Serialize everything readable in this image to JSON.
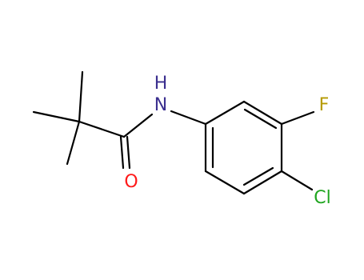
{
  "molecule": {
    "atoms": {
      "nitrogen_h": "H",
      "nitrogen": "N",
      "oxygen": "O",
      "fluorine": "F",
      "chlorine": "Cl"
    },
    "colors": {
      "bond": "#000000",
      "nitrogen": "#3b2f8f",
      "oxygen": "#ff1a1a",
      "fluorine": "#b59a00",
      "chlorine": "#1fa51f"
    }
  }
}
